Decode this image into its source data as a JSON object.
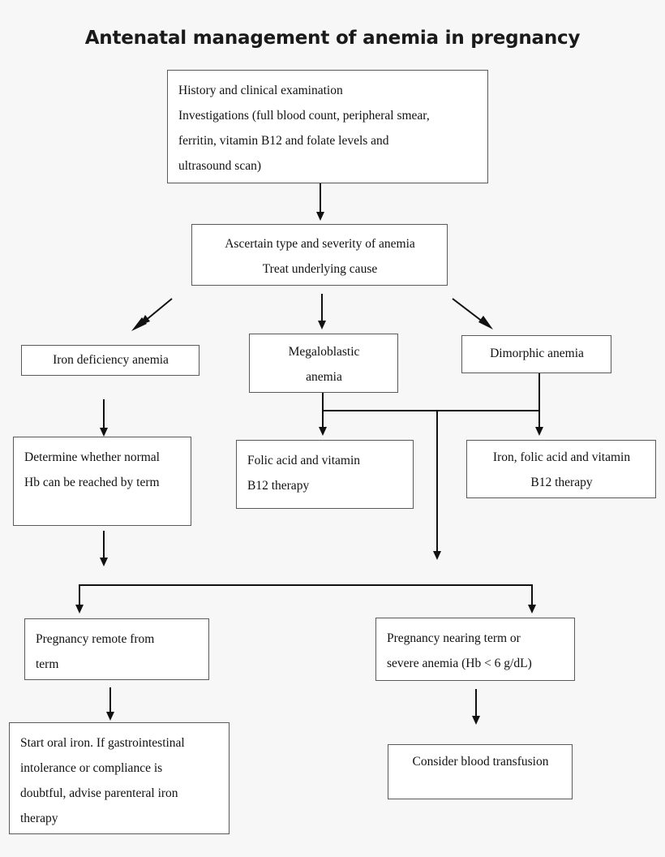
{
  "title": "Antenatal management of anemia in pregnancy",
  "colors": {
    "background": "#f7f7f7",
    "box_fill": "#ffffff",
    "box_border": "#5a5a5a",
    "connector": "#111111",
    "text": "#111111",
    "title_text": "#1a1a1a"
  },
  "nodes": {
    "history": {
      "lines": [
        "History and clinical examination",
        "Investigations (full blood count, peripheral smear,",
        "ferritin, vitamin B12 and folate levels and",
        "ultrasound scan)"
      ]
    },
    "ascertain": {
      "lines": [
        "Ascertain type and severity of anemia",
        "Treat underlying cause"
      ]
    },
    "iron_deficiency": {
      "lines": [
        "Iron deficiency anemia"
      ]
    },
    "megaloblastic": {
      "lines": [
        "Megaloblastic",
        "anemia"
      ]
    },
    "dimorphic": {
      "lines": [
        "Dimorphic anemia"
      ]
    },
    "determine_hb": {
      "lines": [
        "Determine whether normal",
        "Hb can be reached by term"
      ]
    },
    "folic_b12": {
      "lines": [
        "Folic acid and vitamin",
        "B12 therapy"
      ]
    },
    "iron_folic_b12": {
      "lines": [
        "Iron, folic acid and vitamin",
        "B12 therapy"
      ]
    },
    "pregnancy_remote": {
      "lines": [
        "Pregnancy remote from",
        "term"
      ]
    },
    "pregnancy_nearing": {
      "lines": [
        "Pregnancy nearing term or",
        "severe anemia (Hb < 6 g/dL)"
      ]
    },
    "oral_iron": {
      "lines": [
        "Start oral iron. If gastrointestinal",
        "intolerance or compliance is",
        "doubtful, advise parenteral iron",
        "therapy"
      ]
    },
    "transfusion": {
      "lines": [
        "Consider blood transfusion"
      ]
    }
  }
}
